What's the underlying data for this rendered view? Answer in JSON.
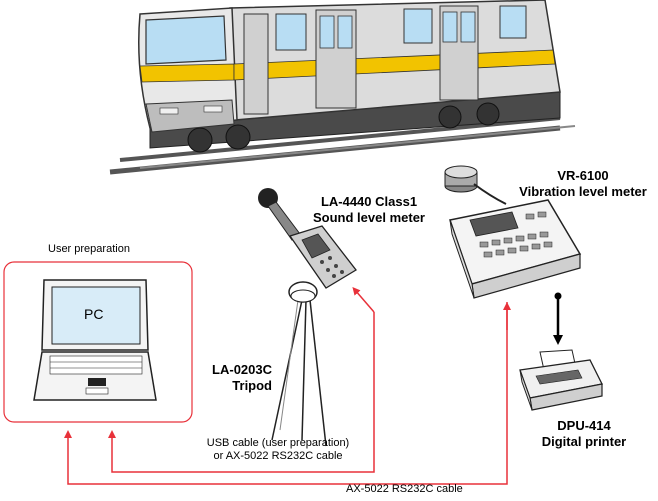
{
  "colors": {
    "cable": "#e8313a",
    "frame": "#e8313a",
    "train_stripe": "#f2c300",
    "train_body": "#d9d9d9",
    "screen": "#d8ecf8"
  },
  "labels": {
    "user_preparation": "User preparation",
    "pc": "PC",
    "sound_meter": [
      "LA-4440 Class1",
      "Sound level meter"
    ],
    "vibration_meter": [
      "VR-6100",
      "Vibration level meter"
    ],
    "tripod": [
      "LA-0203C",
      "Tripod"
    ],
    "printer": [
      "DPU-414",
      "Digital printer"
    ],
    "usb_cable": [
      "USB cable (user preparation)",
      "or AX-5022 RS232C cable"
    ],
    "rs232_cable": "AX-5022 RS232C cable"
  }
}
